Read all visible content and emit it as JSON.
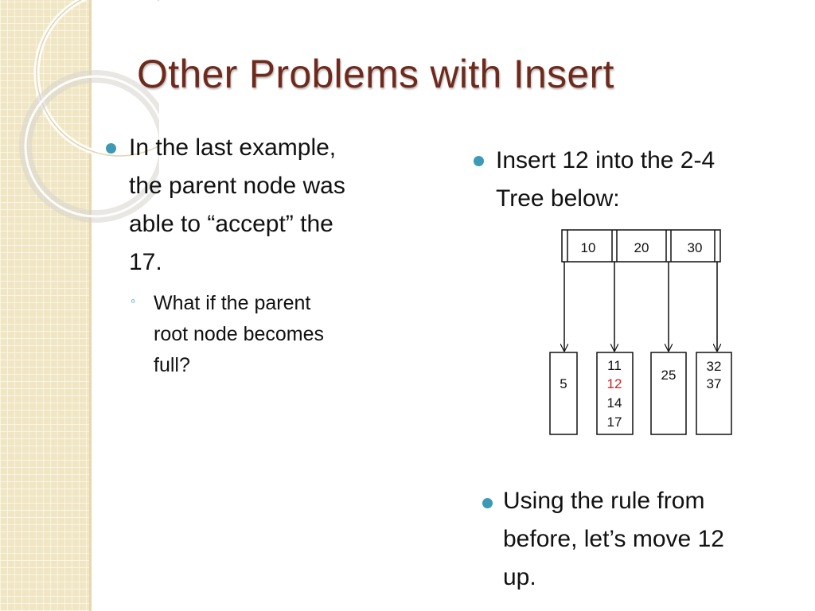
{
  "slide": {
    "title": "Other Problems with Insert",
    "left": {
      "bullet_lines": [
        "In the last example,",
        "the parent node was",
        "able to “accept” the",
        "17."
      ],
      "sub_lines": [
        "What if the parent",
        "root node becomes",
        "full?"
      ]
    },
    "right": {
      "top_lines": [
        "Insert 12 into the 2-4",
        "Tree below:"
      ],
      "bottom_lines": [
        "Using the rule from",
        "before, let’s move 12",
        "up."
      ]
    }
  },
  "tree": {
    "root_keys": [
      "10",
      "20",
      "30"
    ],
    "children": [
      {
        "keys": [
          "5"
        ]
      },
      {
        "keys": [
          "11",
          "12",
          "14",
          "17"
        ],
        "highlight": "12"
      },
      {
        "keys": [
          "25"
        ]
      },
      {
        "keys": [
          "32",
          "37"
        ]
      }
    ]
  },
  "colors": {
    "title": "#6e2a1c",
    "bullet": "#3c9ab6",
    "highlight": "#d42020",
    "strip": "#f1e6c4"
  }
}
